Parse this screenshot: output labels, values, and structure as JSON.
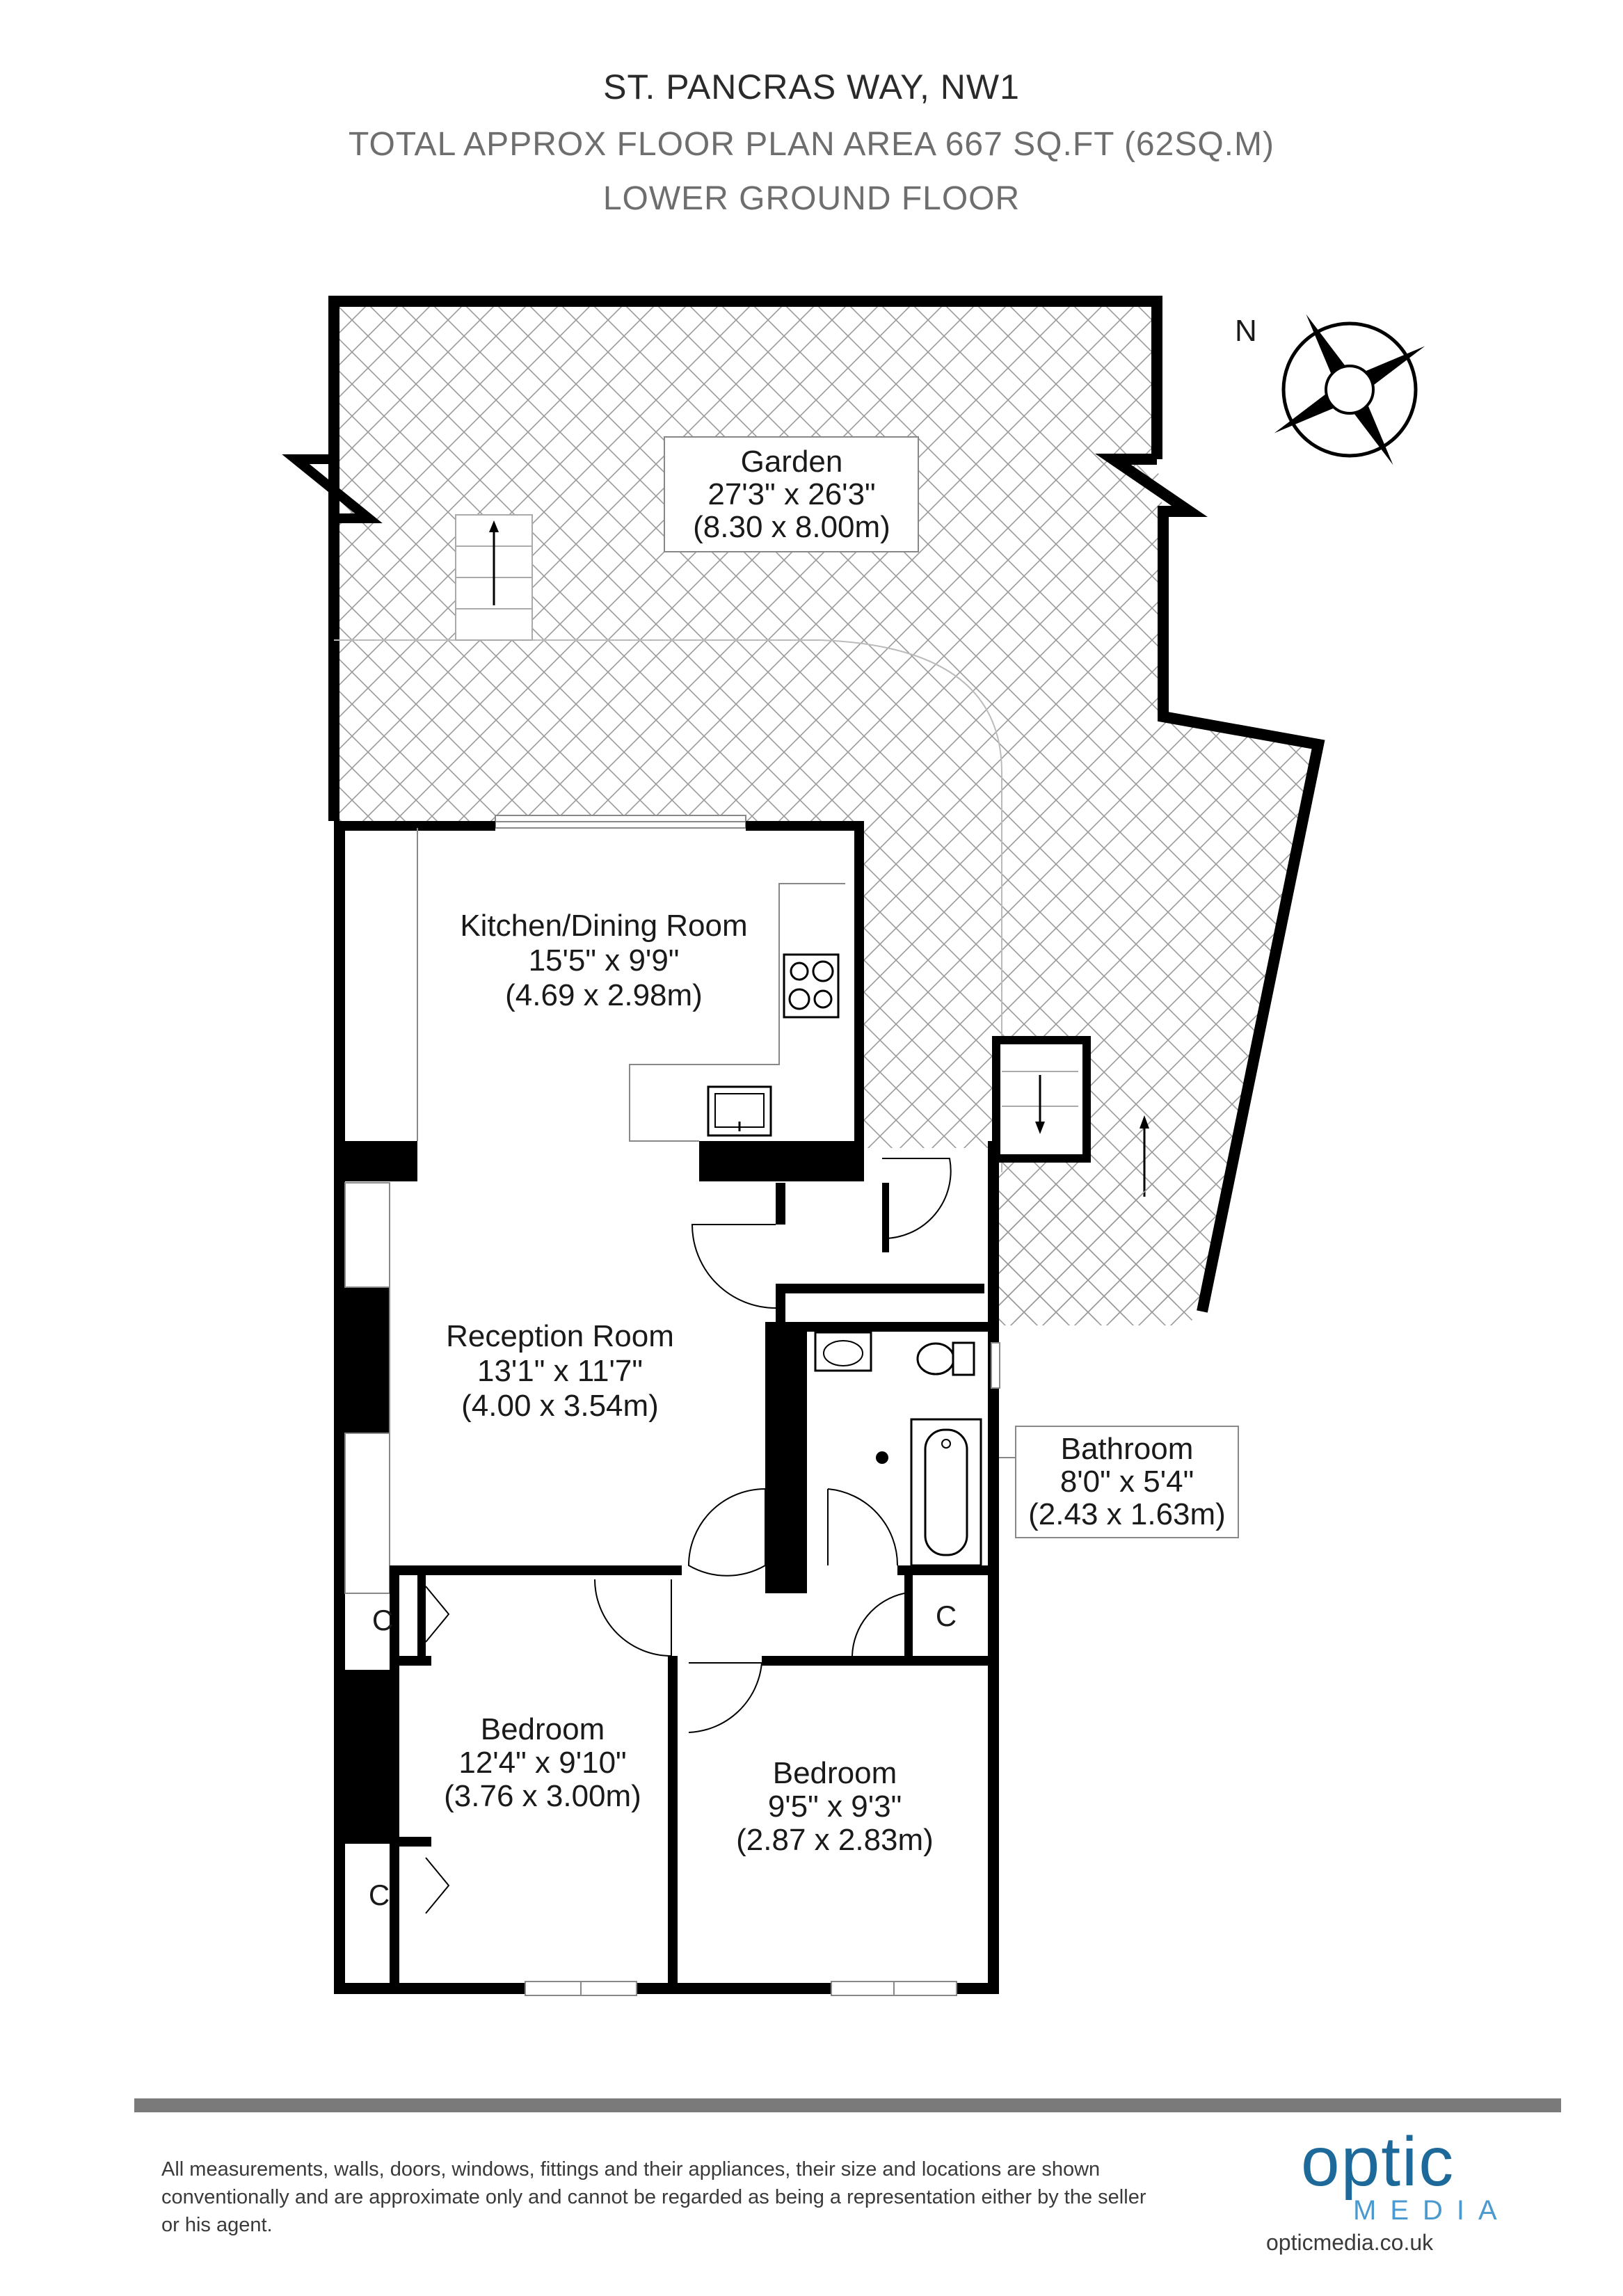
{
  "header": {
    "address": "ST. PANCRAS WAY, NW1",
    "area": "TOTAL APPROX FLOOR PLAN AREA  667 SQ.FT (62SQ.M)",
    "floor": "LOWER GROUND FLOOR"
  },
  "rooms": {
    "garden": {
      "name": "Garden",
      "imperial": "27'3\" x 26'3\"",
      "metric": "(8.30 x 8.00m)"
    },
    "kitchen": {
      "name": "Kitchen/Dining Room",
      "imperial": "15'5\" x 9'9\"",
      "metric": "(4.69 x 2.98m)"
    },
    "reception": {
      "name": "Reception Room",
      "imperial": "13'1\" x 11'7\"",
      "metric": "(4.00 x 3.54m)"
    },
    "bathroom": {
      "name": "Bathroom",
      "imperial": "8'0\" x 5'4\"",
      "metric": "(2.43 x 1.63m)"
    },
    "bedroom1": {
      "name": "Bedroom",
      "imperial": "12'4\" x 9'10\"",
      "metric": "(3.76 x 3.00m)"
    },
    "bedroom2": {
      "name": "Bedroom",
      "imperial": "9'5\" x 9'3\"",
      "metric": "(2.87 x 2.83m)"
    }
  },
  "cupboard_label": "C",
  "compass": {
    "label": "N",
    "icon": "compass-rose-icon"
  },
  "footer": {
    "disclaimer": "All measurements, walls, doors, windows, fittings and their appliances, their size and locations are shown conventionally and are approximate only and cannot be regarded as being a representation either by the seller or his agent.",
    "logo_optic": "optic",
    "logo_media": "MEDIA",
    "logo_url": "opticmedia.co.uk"
  },
  "colors": {
    "wall": "#000000",
    "hatch": "#9a9a9a",
    "brand": "#1d6a9a",
    "footer_bar": "#7a7a7a"
  }
}
